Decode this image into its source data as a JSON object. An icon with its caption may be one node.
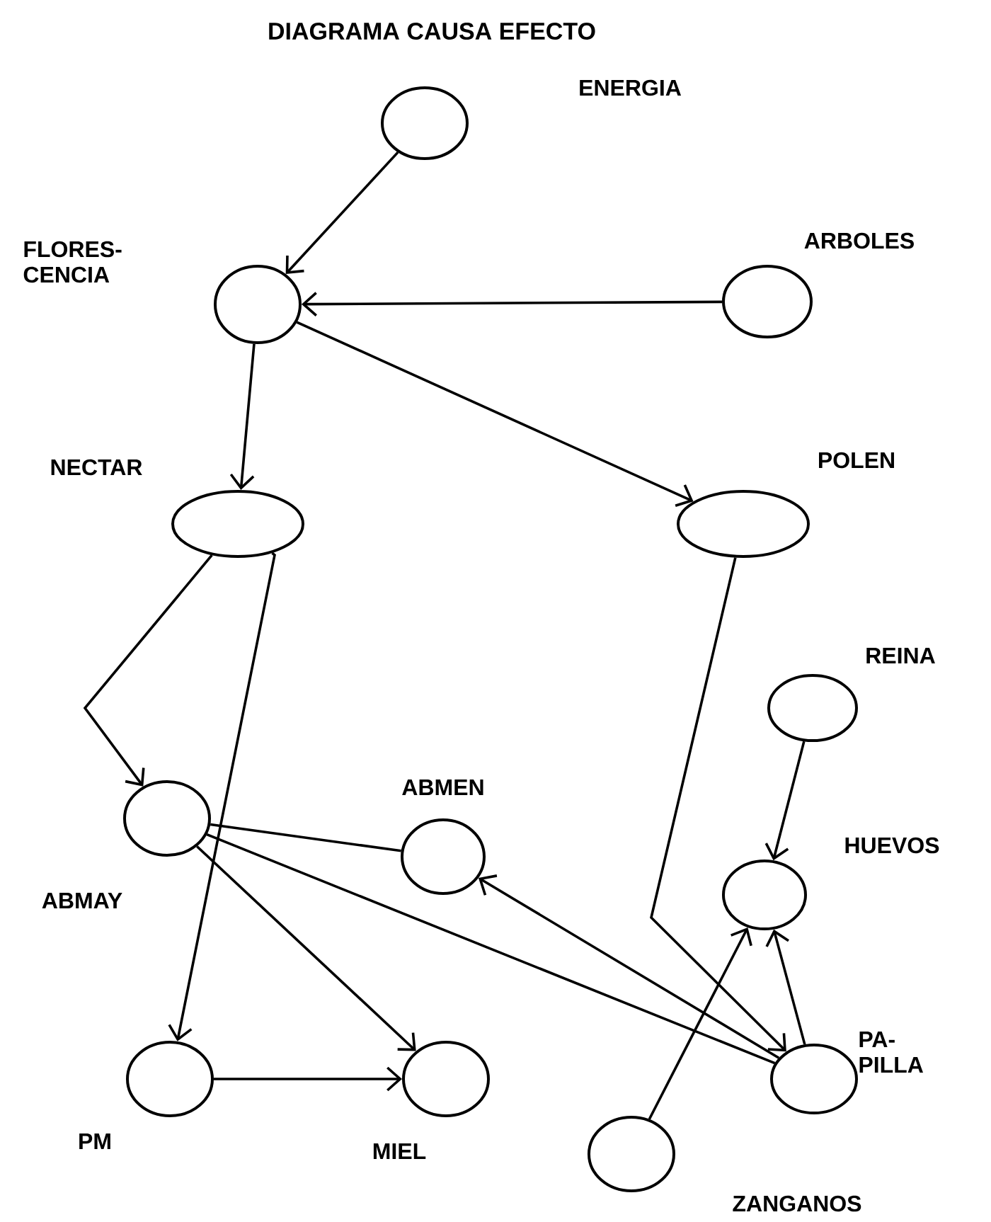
{
  "diagram": {
    "title": "DIAGRAMA CAUSA EFECTO",
    "nodes": [
      {
        "text": [
          "ENERGIA"
        ]
      },
      {
        "text": [
          "FLORES- CENCIA"
        ]
      },
      {
        "text": [
          "ARBOLES"
        ]
      },
      {
        "text": [
          "NECTAR"
        ]
      },
      {
        "text": [
          "POLEN"
        ]
      },
      {
        "text": [
          "REINA"
        ]
      },
      {
        "text": [
          "ABMAY"
        ]
      },
      {
        "text": [
          "ABMEN"
        ]
      },
      {
        "text": [
          "HUEVOS"
        ]
      },
      {
        "text": [
          "PA- PILLA"
        ]
      },
      {
        "text": [
          "PM"
        ]
      },
      {
        "text": [
          "MIEL"
        ]
      },
      {
        "text": [
          "ZANGANOS"
        ]
      }
    ],
    "edges": [
      {
        "from": 0,
        "to": 1,
        "arrow": "to"
      },
      {
        "from": 2,
        "to": 1,
        "arrow": "to"
      },
      {
        "from": 1,
        "to": 3,
        "arrow": "to"
      },
      {
        "from": 1,
        "to": 4,
        "arrow": "to"
      },
      {
        "from": 3,
        "to": 6,
        "arrow": "to"
      },
      {
        "from": 3,
        "to": 10,
        "arrow": "to"
      },
      {
        "from": 4,
        "to": 9,
        "arrow": "to"
      },
      {
        "from": 5,
        "to": 8,
        "arrow": "to"
      },
      {
        "from": 6,
        "to": 7,
        "arrow": "none"
      },
      {
        "from": 6,
        "to": 9,
        "arrow": "none"
      },
      {
        "from": 6,
        "to": 11,
        "arrow": "to"
      },
      {
        "from": 9,
        "to": 7,
        "arrow": "to"
      },
      {
        "from": 9,
        "to": 8,
        "arrow": "to"
      },
      {
        "from": 12,
        "to": 8,
        "arrow": "to"
      },
      {
        "from": 10,
        "to": 11,
        "arrow": "to"
      }
    ]
  }
}
